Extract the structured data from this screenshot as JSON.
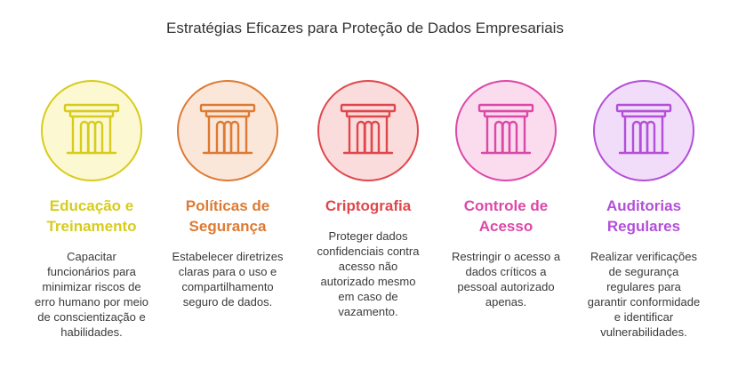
{
  "title": "Estratégias Eficazes para Proteção de Dados Empresariais",
  "items": [
    {
      "heading": "Educação e Treinamento",
      "description": "Capacitar funcionários para minimizar riscos de erro humano por meio de conscientização e habilidades.",
      "icon": "pillar-icon",
      "color": "#d7cc1d",
      "fill": "#fbf8d2"
    },
    {
      "heading": "Políticas de Segurança",
      "description": "Estabelecer diretrizes claras para o uso e compartilhamento seguro de dados.",
      "icon": "pillar-icon",
      "color": "#dd7a33",
      "fill": "#fbe7d9"
    },
    {
      "heading": "Criptografia",
      "description": "Proteger dados confidenciais contra acesso não autorizado mesmo em caso de vazamento.",
      "icon": "pillar-icon",
      "color": "#e0474c",
      "fill": "#fbdcdc"
    },
    {
      "heading": "Controle de Acesso",
      "description": "Restringir o acesso a dados críticos a pessoal autorizado apenas.",
      "icon": "pillar-icon",
      "color": "#dc48a8",
      "fill": "#fbdcef"
    },
    {
      "heading": "Auditorias Regulares",
      "description": "Realizar verificações de segurança regulares para garantir conformidade e identificar vulnerabilidades.",
      "icon": "pillar-icon",
      "color": "#b34fd8",
      "fill": "#f1dcf9"
    }
  ]
}
